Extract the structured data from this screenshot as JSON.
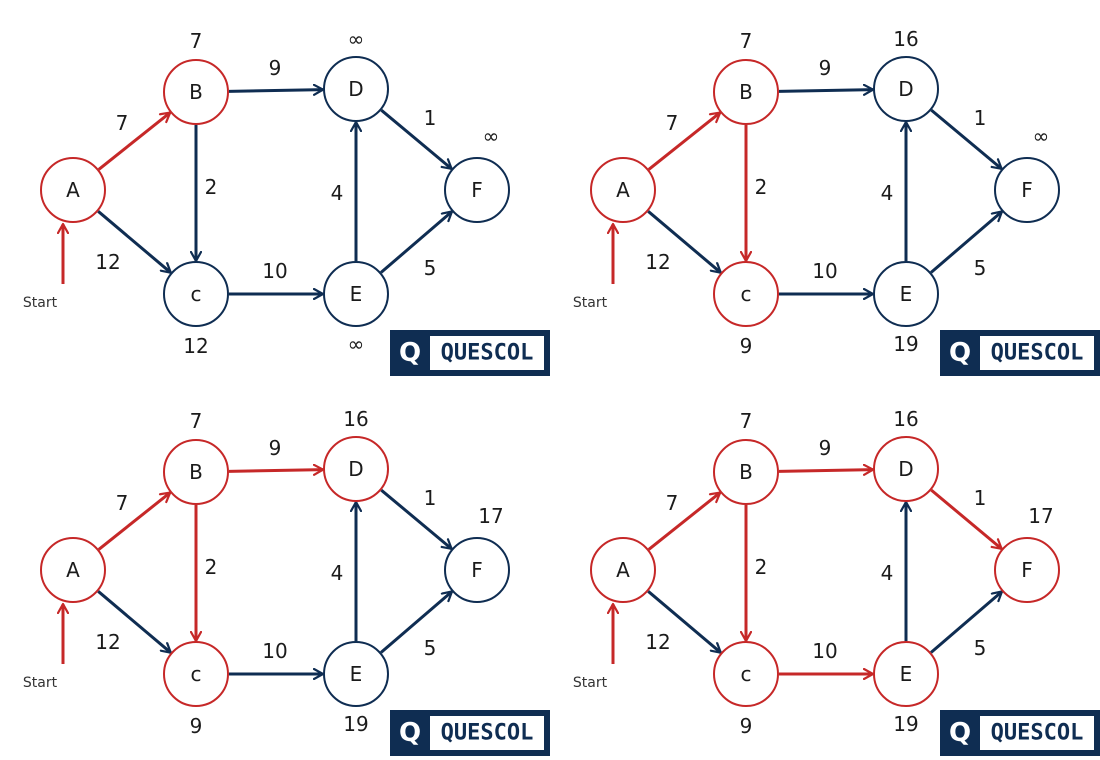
{
  "colors": {
    "visited": "#c62828",
    "unvisited": "#0f2d52",
    "text": "#1b1b1b"
  },
  "brand": {
    "letter": "Q",
    "name": "QUESCOL"
  },
  "start_label": "Start",
  "node_names": {
    "A": "A",
    "B": "B",
    "C": "c",
    "D": "D",
    "E": "E",
    "F": "F"
  },
  "edges": [
    {
      "from": "A",
      "to": "B",
      "weight": "7"
    },
    {
      "from": "A",
      "to": "C",
      "weight": "12"
    },
    {
      "from": "B",
      "to": "C",
      "weight": "2"
    },
    {
      "from": "B",
      "to": "D",
      "weight": "9"
    },
    {
      "from": "C",
      "to": "E",
      "weight": "10"
    },
    {
      "from": "E",
      "to": "D",
      "weight": "4"
    },
    {
      "from": "D",
      "to": "F",
      "weight": "1"
    },
    {
      "from": "E",
      "to": "F",
      "weight": "5"
    }
  ],
  "panels": [
    {
      "visited_nodes": [
        "A",
        "B"
      ],
      "highlighted_edges": [
        "A-B"
      ],
      "distances": {
        "B": "7",
        "C": "12",
        "D": "∞",
        "E": "∞",
        "F": "∞"
      }
    },
    {
      "visited_nodes": [
        "A",
        "B",
        "C"
      ],
      "highlighted_edges": [
        "A-B",
        "B-C"
      ],
      "distances": {
        "B": "7",
        "C": "9",
        "D": "16",
        "E": "19",
        "F": "∞"
      }
    },
    {
      "visited_nodes": [
        "A",
        "B",
        "C",
        "D"
      ],
      "highlighted_edges": [
        "A-B",
        "B-C",
        "B-D"
      ],
      "distances": {
        "B": "7",
        "C": "9",
        "D": "16",
        "E": "19",
        "F": "17"
      }
    },
    {
      "visited_nodes": [
        "A",
        "B",
        "C",
        "D",
        "E",
        "F"
      ],
      "highlighted_edges": [
        "A-B",
        "B-C",
        "B-D",
        "D-F",
        "C-E"
      ],
      "distances": {
        "B": "7",
        "C": "9",
        "D": "16",
        "E": "19",
        "F": "17"
      }
    }
  ]
}
